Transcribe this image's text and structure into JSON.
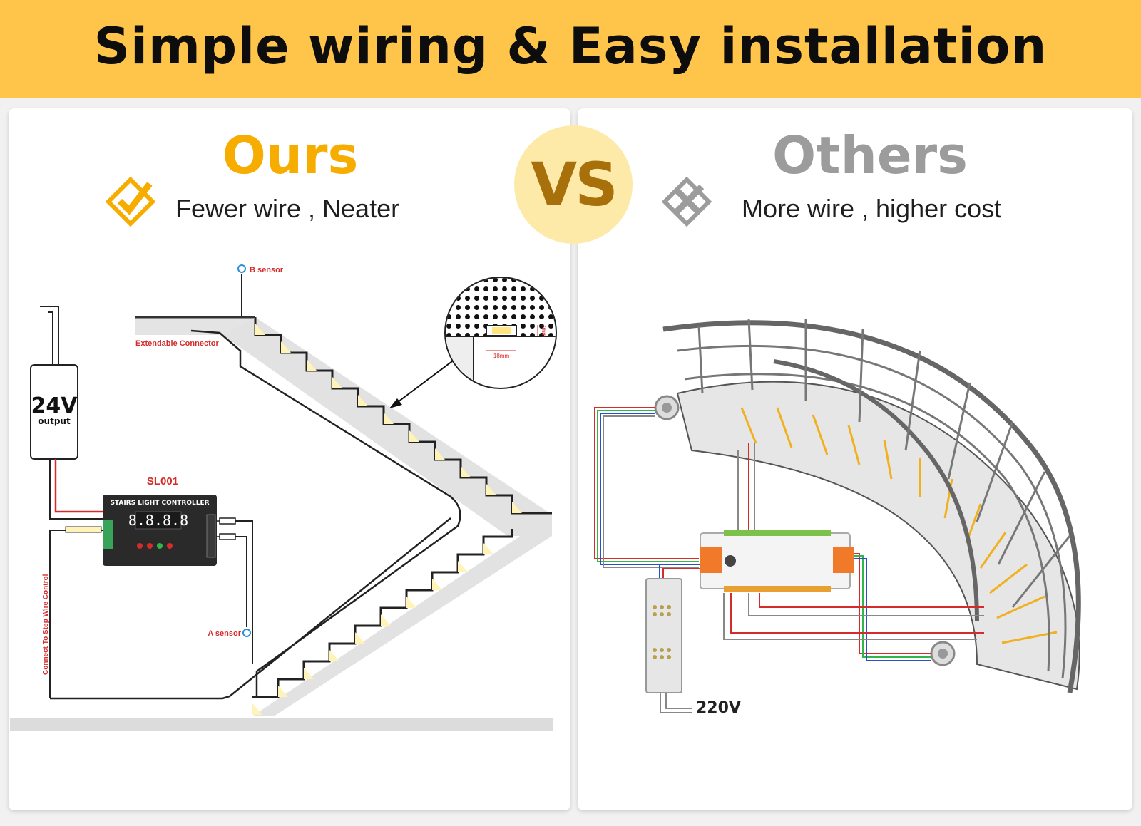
{
  "header": {
    "title": "Simple wiring & Easy installation"
  },
  "vs_label": "VS",
  "ours": {
    "heading": "Ours",
    "caption": "Fewer wire , Neater",
    "icon": "check-icon",
    "diagram": {
      "b_sensor": "B sensor",
      "a_sensor": "A sensor",
      "connector": "Extendable Connector",
      "power_voltage": "24V",
      "power_label": "output",
      "model": "SL001",
      "controller_title": "STAIRS LIGHT CONTROLLER",
      "display": "8.8.8.8",
      "side_label": "Connect To Step Wire Control",
      "dim_height": "7mm",
      "dim_width": "18mm"
    }
  },
  "others": {
    "heading": "Others",
    "caption": "More wire , higher cost",
    "icon": "cross-icon",
    "diagram": {
      "voltage": "220V"
    }
  },
  "colors": {
    "banner": "#fec54a",
    "ours_accent": "#f7ad00",
    "others_gray": "#9c9c9c",
    "vs_fill": "#feeaa8",
    "vs_text": "#a8700a",
    "wire_red": "#d52b2b"
  }
}
